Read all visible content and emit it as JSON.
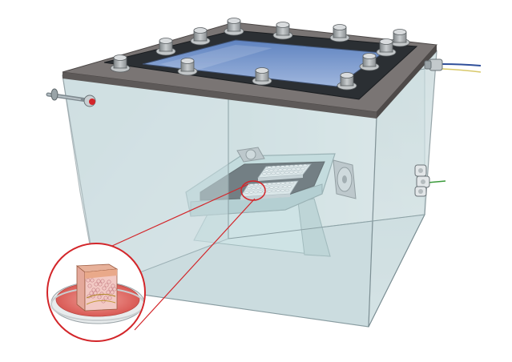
{
  "colors": {
    "background": "#ffffff",
    "box_face": "#c9dcdf",
    "box_face_dark": "#9fb6bb",
    "box_edge": "#6c7f85",
    "lid_top": "#7a7574",
    "gasket": "#2b2f33",
    "window_glass": "#6f8fc4",
    "bolt": "#9ea3a6",
    "tray_frame": "#c6dfe0",
    "tray_inner": "#3a3f44",
    "plate": "#e7ecef",
    "fan_frame": "#b9bec1",
    "callout_red": "#d3262a",
    "dish_media": "#e56d68",
    "tissue_top": "#e7b19a",
    "tissue_dermis": "#f2c9c4",
    "cable_blue": "#2f4f9a",
    "cable_green": "#3a9a3a"
  },
  "diagram": {
    "components": [
      {
        "id": "chamber",
        "icon": "glass-box-icon"
      },
      {
        "id": "lid_window",
        "icon": "window-icon"
      },
      {
        "id": "bolts",
        "icon": "bolt-icon",
        "count": 12
      },
      {
        "id": "inlet_valve",
        "icon": "valve-icon"
      },
      {
        "id": "sensor_port",
        "icon": "connector-icon"
      },
      {
        "id": "side_fitting",
        "icon": "fitting-icon"
      },
      {
        "id": "fans",
        "icon": "fan-icon",
        "count": 2
      },
      {
        "id": "tray_stage",
        "icon": "tray-icon"
      },
      {
        "id": "well_plates",
        "icon": "well-plate-icon",
        "count": 2
      },
      {
        "id": "magnified_sample",
        "icon": "skin-tissue-dish-icon"
      }
    ]
  }
}
